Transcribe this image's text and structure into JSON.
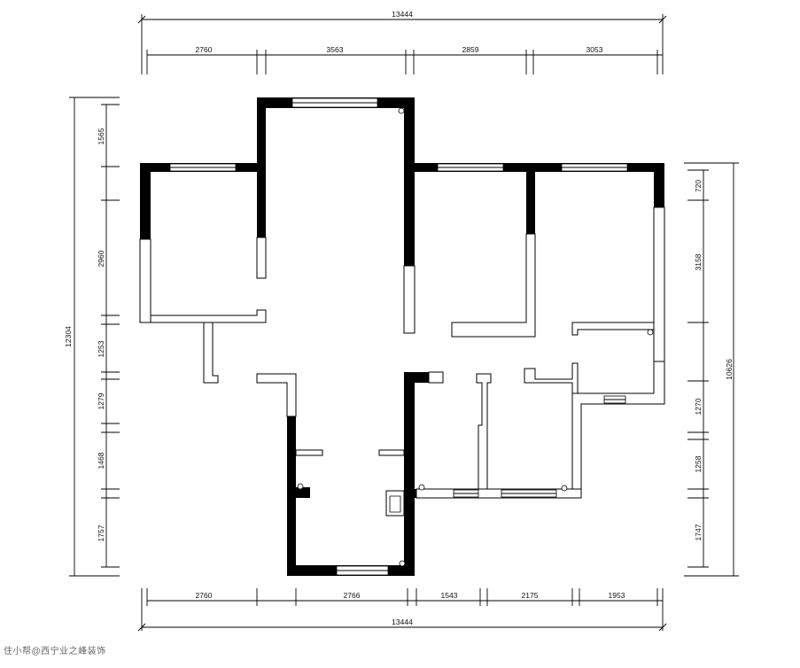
{
  "dimensions": {
    "top_total": "13444",
    "top": [
      "2760",
      "3563",
      "2859",
      "3053"
    ],
    "bottom": [
      "2760",
      "2766",
      "1543",
      "2175",
      "1953"
    ],
    "bottom_total": "13444",
    "left_total": "12304",
    "left": [
      "1565",
      "2960",
      "1253",
      "1279",
      "1468",
      "1757"
    ],
    "right_total": "10626",
    "right": [
      "720",
      "3158",
      "1270",
      "1258",
      "1747"
    ]
  },
  "watermark": "住小帮@西宁业之峰装饰"
}
